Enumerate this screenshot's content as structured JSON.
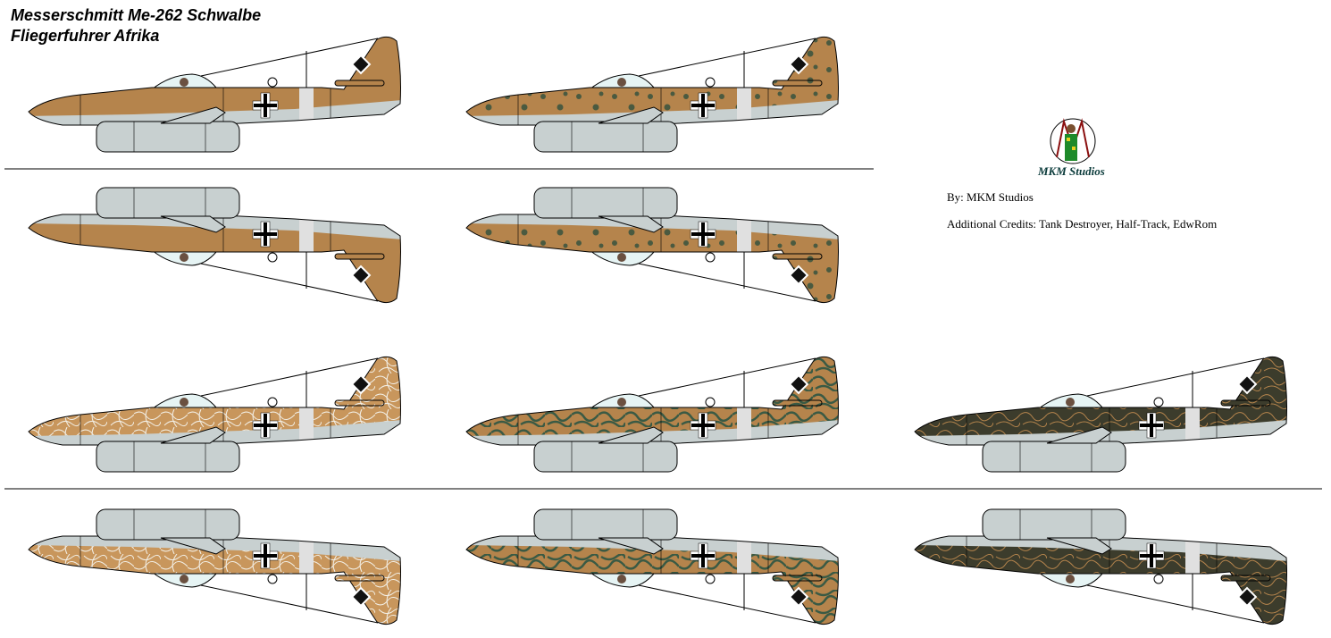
{
  "title": {
    "line1": "Messerschmitt Me-262 Schwalbe",
    "line2": "Fliegerfuhrer Afrika"
  },
  "logo": {
    "caption": "MKM Studios"
  },
  "credits": {
    "by": "By:  MKM Studios",
    "additional": "Additional Credits:  Tank Destroyer, Half-Track, EdwRom"
  },
  "colors": {
    "tan": "#b5844c",
    "gray": "#c8d0d0",
    "green": "#3a5a44",
    "olive": "#3c3c2c",
    "sky": "#e6f4f4"
  }
}
